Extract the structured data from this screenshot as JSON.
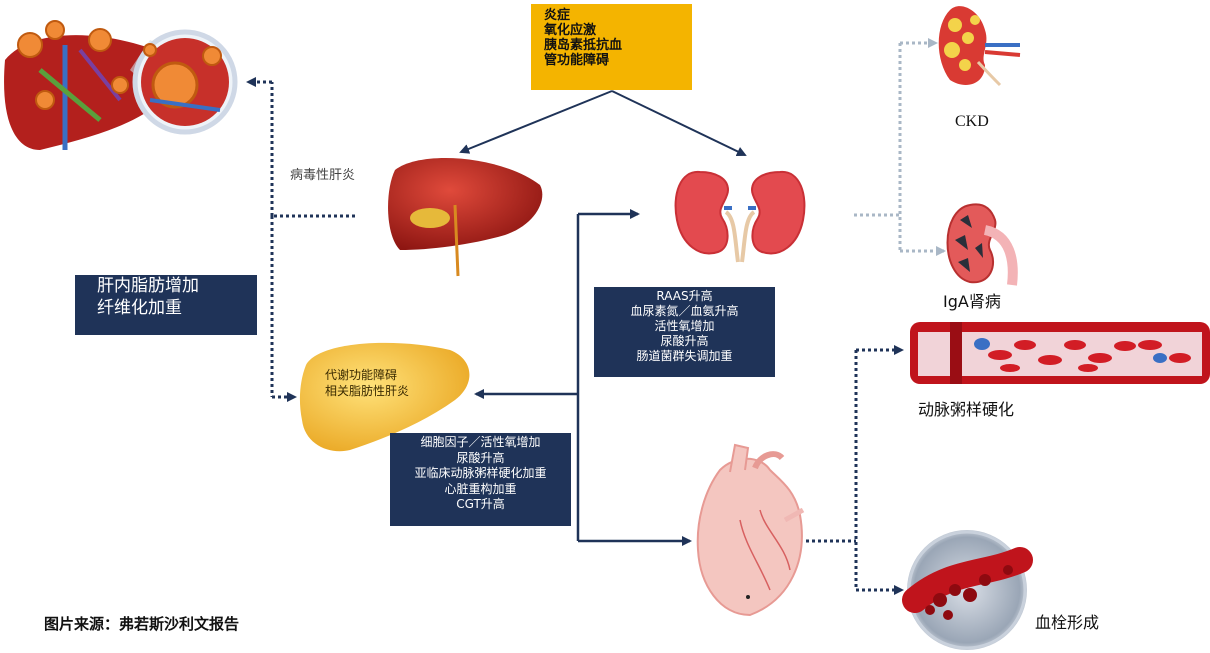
{
  "risk_factors": {
    "lines": [
      "炎症",
      "氧化应激",
      "胰岛素抵抗血",
      "管功能障碍"
    ],
    "color": "#f4b400"
  },
  "liver_branch": {
    "viral_hepatitis_label": "病毒性肝炎",
    "mafld_label_lines": [
      "代谢功能障碍",
      "相关脂肪性肝炎"
    ],
    "fatty_box_lines": [
      "肝内脂肪增加",
      "纤维化加重"
    ]
  },
  "kidney_branch": {
    "mechanism_lines": [
      "RAAS升高",
      "血尿素氮／血氨升高",
      "活性氧增加",
      "尿酸升高",
      "肠道菌群失调加重"
    ],
    "ckd_label": "CKD",
    "iga_label": "IgA肾病"
  },
  "heart_branch": {
    "mechanism_lines": [
      "细胞因子／活性氧增加",
      "尿酸升高",
      "亚临床动脉粥样硬化加重",
      "心脏重构加重",
      "CGT升高"
    ],
    "atherosclerosis_label": "动脉粥样硬化",
    "thrombosis_label": "血栓形成"
  },
  "source": "图片来源：弗若斯沙利文报告",
  "colors": {
    "navy": "#1f3358",
    "dotted_gray": "#a9b7c6",
    "liver_red": "#b3201d",
    "liver_yellow": "#f0c233",
    "heart_pink": "#f4c6c0",
    "blood_red": "#c0141c"
  }
}
